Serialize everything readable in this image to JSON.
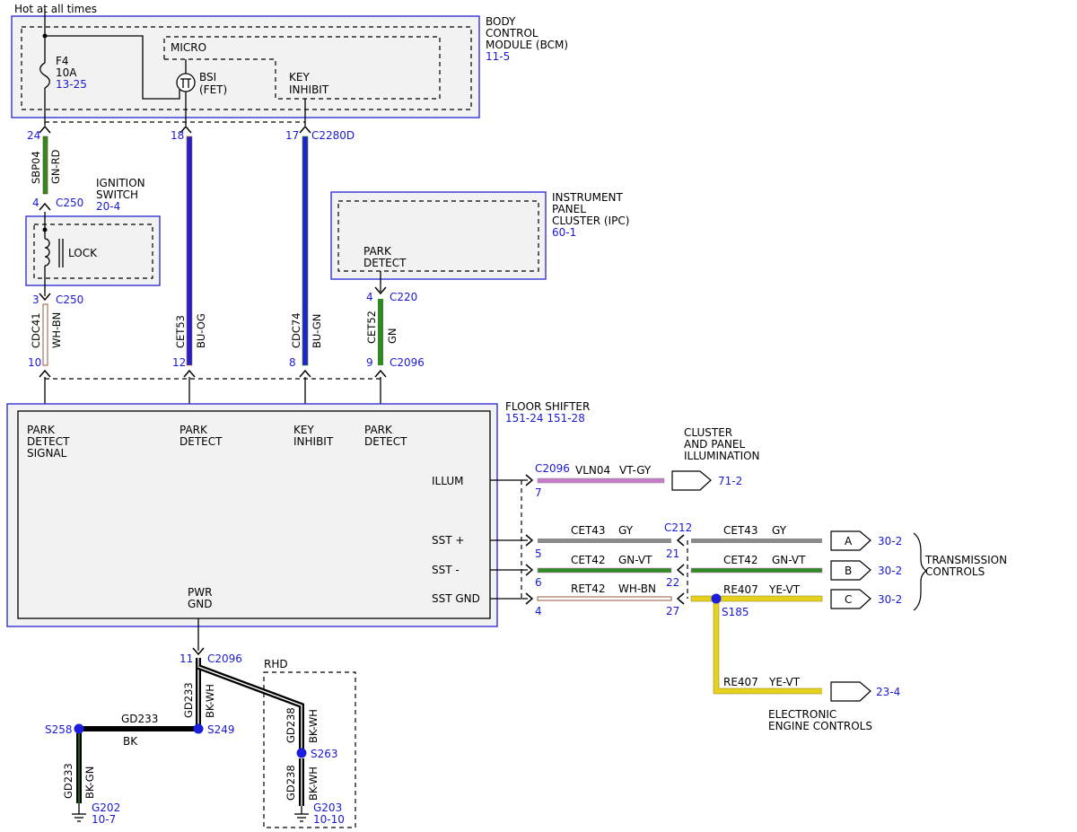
{
  "top_label": "Hot at all times",
  "bcm": {
    "title": [
      "BODY",
      "CONTROL",
      "MODULE (BCM)"
    ],
    "ref": "11-5",
    "fuse_name": "F4",
    "fuse_rating": "10A",
    "fuse_ref": "13-25",
    "micro": "MICRO",
    "bsi": [
      "BSI",
      "(FET)"
    ],
    "key_inhibit": [
      "KEY",
      "INHIBIT"
    ]
  },
  "ignition": {
    "title": [
      "IGNITION",
      "SWITCH"
    ],
    "ref": "20-4",
    "lock": "LOCK"
  },
  "ipc": {
    "title": [
      "INSTRUMENT",
      "PANEL",
      "CLUSTER (IPC)"
    ],
    "ref": "60-1",
    "park_detect": [
      "PARK",
      "DETECT"
    ]
  },
  "shifter": {
    "title": "FLOOR SHIFTER",
    "refs": "151-24  151-28",
    "pins": {
      "park_detect_signal": [
        "PARK",
        "DETECT",
        "SIGNAL"
      ],
      "park_detect_1": [
        "PARK",
        "DETECT"
      ],
      "key_inhibit": [
        "KEY",
        "INHIBIT"
      ],
      "park_detect_2": [
        "PARK",
        "DETECT"
      ],
      "illum": "ILLUM",
      "sst_plus": "SST +",
      "sst_minus": "SST -",
      "sst_gnd": "SST GND",
      "pwr_gnd": [
        "PWR",
        "GND"
      ]
    }
  },
  "pins_text": {
    "p24": "24",
    "p18": "18",
    "p17": "17",
    "c2280d": "C2280D",
    "p4a": "4",
    "c250a": "C250",
    "p3": "3",
    "c250b": "C250",
    "p10": "10",
    "p12": "12",
    "p8": "8",
    "p9": "9",
    "c2096a": "C2096",
    "p4b": "4",
    "c220": "C220",
    "c2096b": "C2096",
    "p7": "7",
    "p5": "5",
    "p6": "6",
    "p4c": "4",
    "c212": "C212",
    "p21": "21",
    "p22": "22",
    "p27": "27",
    "p11": "11",
    "c2096c": "C2096"
  },
  "wires": {
    "sbp04": {
      "circuit": "SBP04",
      "color": "GN-RD"
    },
    "cdc41": {
      "circuit": "CDC41",
      "color": "WH-BN"
    },
    "cet53": {
      "circuit": "CET53",
      "color": "BU-OG"
    },
    "cdc74": {
      "circuit": "CDC74",
      "color": "BU-GN"
    },
    "cet52": {
      "circuit": "CET52",
      "color": "GN"
    },
    "vln04": {
      "circuit": "VLN04",
      "color": "VT-GY"
    },
    "cet43a": {
      "circuit": "CET43",
      "color": "GY"
    },
    "cet43b": {
      "circuit": "CET43",
      "color": "GY"
    },
    "cet42a": {
      "circuit": "CET42",
      "color": "GN-VT"
    },
    "cet42b": {
      "circuit": "CET42",
      "color": "GN-VT"
    },
    "ret42": {
      "circuit": "RET42",
      "color": "WH-BN"
    },
    "re407a": {
      "circuit": "RE407",
      "color": "YE-VT"
    },
    "re407b": {
      "circuit": "RE407",
      "color": "YE-VT"
    },
    "gd233a": {
      "circuit": "GD233",
      "color": "BK-WH"
    },
    "gd233b": {
      "circuit": "GD233",
      "color": "BK"
    },
    "gd233c": {
      "circuit": "GD233",
      "color": "BK-GN"
    },
    "gd238a": {
      "circuit": "GD238",
      "color": "BK-WH"
    },
    "gd238b": {
      "circuit": "GD238",
      "color": "BK-WH"
    }
  },
  "destinations": {
    "cluster_illum": [
      "CLUSTER",
      "AND PANEL",
      "ILLUMINATION"
    ],
    "illum_ref": "71-2",
    "a": "A",
    "b": "B",
    "c": "C",
    "a_ref": "30-2",
    "b_ref": "30-2",
    "c_ref": "30-2",
    "transmission": [
      "TRANSMISSION",
      "CONTROLS"
    ],
    "engine_ref": "23-4",
    "engine": [
      "ELECTRONIC",
      "ENGINE CONTROLS"
    ]
  },
  "splices": {
    "s185": "S185",
    "s249": "S249",
    "s258": "S258",
    "s263": "S263"
  },
  "grounds": {
    "g202": "G202",
    "g202_ref": "10-7",
    "g203": "G203",
    "g203_ref": "10-10"
  },
  "rhd": "RHD",
  "colors": {
    "box_blue": "#3434d6",
    "ref_blue": "#1a1ad6",
    "green": "#2e8b1f",
    "blue_wire": "#2222cc",
    "gray_wire": "#8a8a8a",
    "violet_wire": "#c77ac7",
    "yellow_wire": "#e6d21e",
    "brown_wire": "#8b4a2b"
  }
}
